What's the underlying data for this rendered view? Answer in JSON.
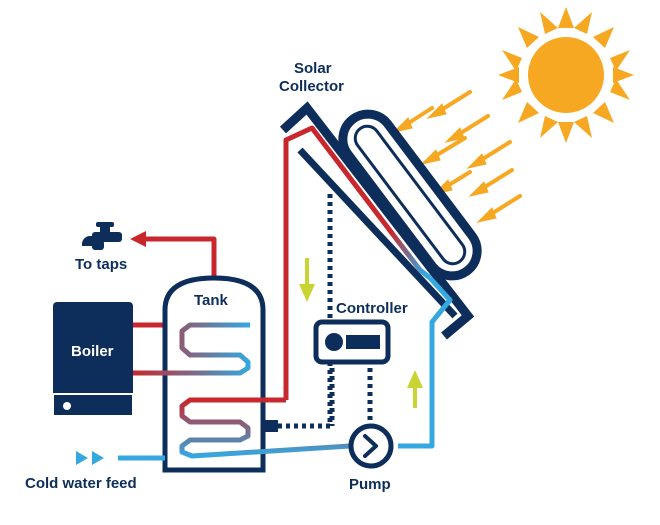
{
  "labels": {
    "solar_collector_line1": "Solar",
    "solar_collector_line2": "Collector",
    "to_taps": "To taps",
    "tank": "Tank",
    "controller": "Controller",
    "boiler": "Boiler",
    "pump": "Pump",
    "cold_water_feed": "Cold water feed"
  },
  "colors": {
    "navy": "#0d2d5a",
    "hot_pipe": "#c8272d",
    "cold_pipe": "#35a8e0",
    "sun": "#f7a823",
    "flow_arrow": "#c7d431",
    "background": "#ffffff"
  },
  "icons": [
    "sun-icon",
    "tap-icon",
    "pump-icon",
    "controller-icon",
    "boiler-icon",
    "arrow-icon"
  ]
}
